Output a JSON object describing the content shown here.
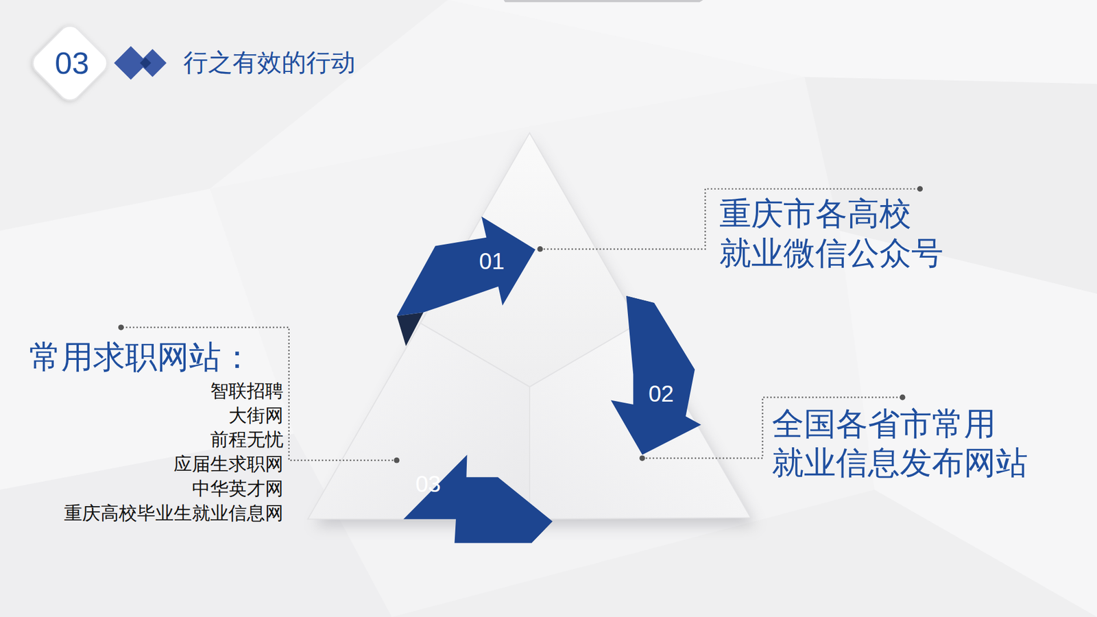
{
  "diagram": {
    "title": "行之有效的行动",
    "nodes": [
      {
        "text": [
          "03"
        ]
      },
      {
        "text": [
          "01"
        ]
      },
      {
        "text": [
          "02"
        ]
      },
      {
        "text": [
          "03"
        ]
      }
    ],
    "labels": [
      "重庆市各高校 就业微信公众号",
      "全国各省市常用 就业信息发布网站",
      "常用求职网站：",
      "智联招聘",
      "大街网",
      "前程无忧",
      "应届生求职网",
      "中华英才网",
      "重庆高校毕业生就业信息网"
    ]
  }
}
